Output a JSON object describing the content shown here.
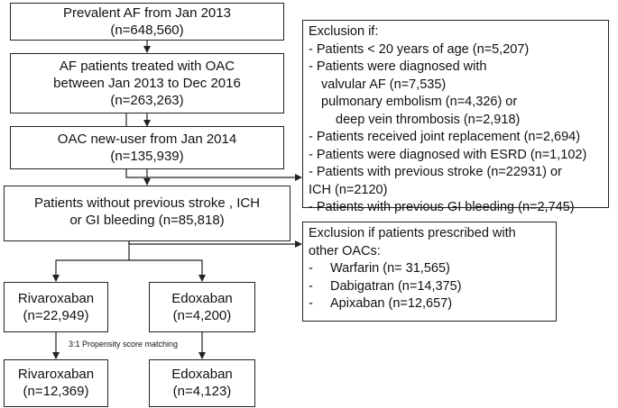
{
  "boxes": {
    "prevalent": {
      "line1": "Prevalent AF from Jan 2013",
      "line2": "(n=648,560)"
    },
    "oac_treated": {
      "line1": "AF patients treated with OAC",
      "line2": "between Jan 2013 to Dec 2016",
      "line3": "(n=263,263)"
    },
    "new_user": {
      "line1": "OAC new-user from Jan 2014",
      "line2": "(n=135,939)"
    },
    "no_prev": {
      "line1": "Patients without previous stroke , ICH",
      "line2": "or GI bleeding (n=85,818)"
    },
    "riva1": {
      "line1": "Rivaroxaban",
      "line2": "(n=22,949)"
    },
    "edox1": {
      "line1": "Edoxaban",
      "line2": "(n=4,200)"
    },
    "riva2": {
      "line1": "Rivaroxaban",
      "line2": "(n=12,369)"
    },
    "edox2": {
      "line1": "Edoxaban",
      "line2": "(n=4,123)"
    }
  },
  "exclusion1": {
    "title": "Exclusion if:",
    "lines": [
      "- Patients < 20 years of age (n=5,207)",
      "- Patients were diagnosed with",
      "valvular AF (n=7,535)",
      "pulmonary embolism (n=4,326) or",
      "deep vein thrombosis (n=2,918)",
      "- Patients received joint replacement (n=2,694)",
      "- Patients were diagnosed with ESRD (n=1,102)",
      "- Patients with previous stroke (n=22931) or",
      "ICH (n=2120)",
      "- Patients with previous GI bleeding (n=2,745)"
    ]
  },
  "exclusion2": {
    "title1": "Exclusion if patients prescribed with",
    "title2": "other OACs:",
    "bullet": "-",
    "items": [
      "Warfarin (n= 31,565)",
      "Dabigatran (n=14,375)",
      "Apixaban (n=12,657)"
    ]
  },
  "matching_label": "3:1 Propensity score matching"
}
